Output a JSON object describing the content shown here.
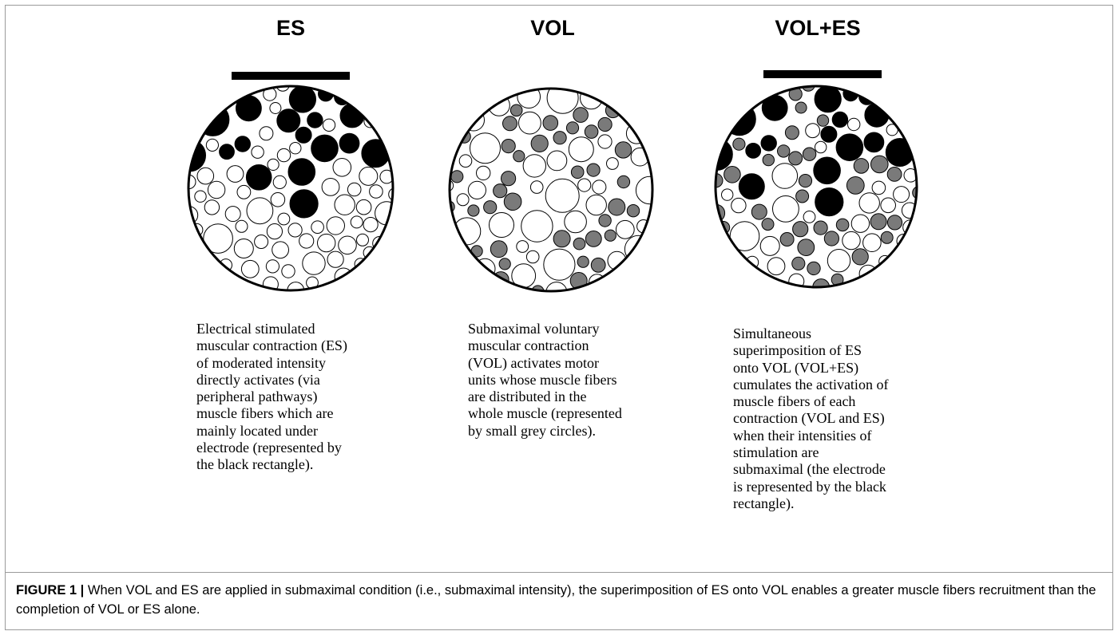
{
  "panels": [
    {
      "id": "es",
      "title": "ES",
      "has_electrode": true,
      "text": "Electrical stimulated\nmuscular contraction (ES)\nof moderated  intensity\ndirectly activates (via\nperipheral pathways)\nmuscle fibers which are\nmainly located under\nelectrode (represented by\nthe black rectangle)."
    },
    {
      "id": "vol",
      "title": "VOL",
      "has_electrode": false,
      "text": "Submaximal voluntary\nmuscular contraction\n(VOL) activates motor\nunits whose muscle fibers\nare distributed in the\nwhole muscle (represented\nby small grey circles)."
    },
    {
      "id": "voles",
      "title": "VOL+ES",
      "has_electrode": true,
      "text": "Simultaneous\nsuperimposition of ES\nonto VOL (VOL+ES)\ncumulates the activation of\nmuscle fibers of each\ncontraction (VOL and ES)\nwhen their intensities of\nstimulation are\nsubmaximal (the electrode\nis represented by the black\nrectangle)."
    }
  ],
  "fiber_colors": {
    "es_activated": "#000000",
    "vol_activated": "#7a7a7a",
    "inactive": "#ffffff",
    "outline": "#000000"
  },
  "caption": {
    "label": "FIGURE 1 |",
    "text": " When VOL and ES are applied in submaximal condition (i.e., submaximal intensity), the superimposition of ES onto VOL enables a greater muscle fibers recruitment than the completion of VOL or ES alone."
  }
}
